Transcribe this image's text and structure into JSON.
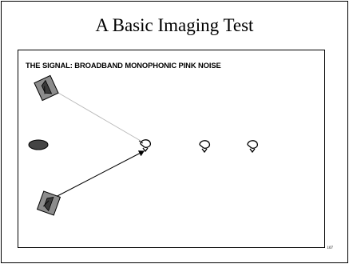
{
  "slide": {
    "title": "A Basic Imaging Test",
    "signal_caption": "THE SIGNAL: BROADBAND MONOPHONIC PINK NOISE",
    "page_number": "107"
  },
  "icons": {
    "speakers": [
      "speaker-icon",
      "speaker-icon"
    ],
    "listener": "head-icon",
    "ears": [
      "ear-icon",
      "ear-icon",
      "ear-icon"
    ]
  },
  "colors": {
    "speaker_fill": "#8c8c8c",
    "speaker_dark": "#3a3a3a",
    "upper_ray": "#b8b8b8",
    "lower_ray": "#000000"
  }
}
